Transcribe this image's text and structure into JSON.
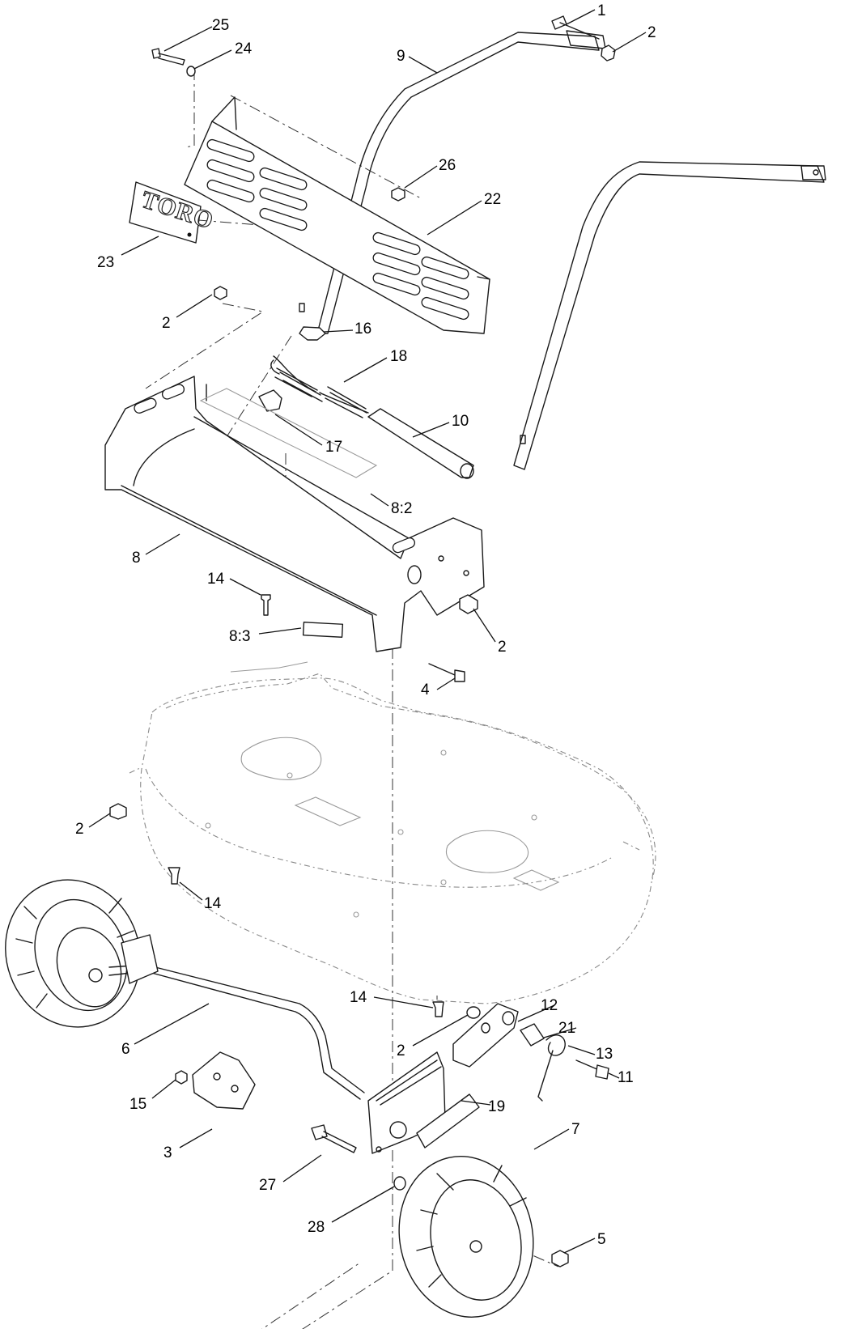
{
  "diagram": {
    "type": "exploded-parts-view",
    "logo": "TORO",
    "callouts": [
      {
        "id": "c1",
        "label": "1"
      },
      {
        "id": "c2a",
        "label": "2"
      },
      {
        "id": "c9",
        "label": "9"
      },
      {
        "id": "c25",
        "label": "25"
      },
      {
        "id": "c24",
        "label": "24"
      },
      {
        "id": "c26",
        "label": "26"
      },
      {
        "id": "c22",
        "label": "22"
      },
      {
        "id": "c23",
        "label": "23"
      },
      {
        "id": "c2b",
        "label": "2"
      },
      {
        "id": "c16",
        "label": "16"
      },
      {
        "id": "c18",
        "label": "18"
      },
      {
        "id": "c10",
        "label": "10"
      },
      {
        "id": "c17",
        "label": "17"
      },
      {
        "id": "c82",
        "label": "8:2"
      },
      {
        "id": "c8",
        "label": "8"
      },
      {
        "id": "c14a",
        "label": "14"
      },
      {
        "id": "c83",
        "label": "8:3"
      },
      {
        "id": "c2c",
        "label": "2"
      },
      {
        "id": "c4",
        "label": "4"
      },
      {
        "id": "c2d",
        "label": "2"
      },
      {
        "id": "c14b",
        "label": "14"
      },
      {
        "id": "c14c",
        "label": "14"
      },
      {
        "id": "c12",
        "label": "12"
      },
      {
        "id": "c21",
        "label": "21"
      },
      {
        "id": "c2e",
        "label": "2"
      },
      {
        "id": "c13",
        "label": "13"
      },
      {
        "id": "c6",
        "label": "6"
      },
      {
        "id": "c11",
        "label": "11"
      },
      {
        "id": "c19",
        "label": "19"
      },
      {
        "id": "c15",
        "label": "15"
      },
      {
        "id": "c3",
        "label": "3"
      },
      {
        "id": "c7",
        "label": "7"
      },
      {
        "id": "c27",
        "label": "27"
      },
      {
        "id": "c28",
        "label": "28"
      },
      {
        "id": "c5",
        "label": "5"
      }
    ]
  }
}
